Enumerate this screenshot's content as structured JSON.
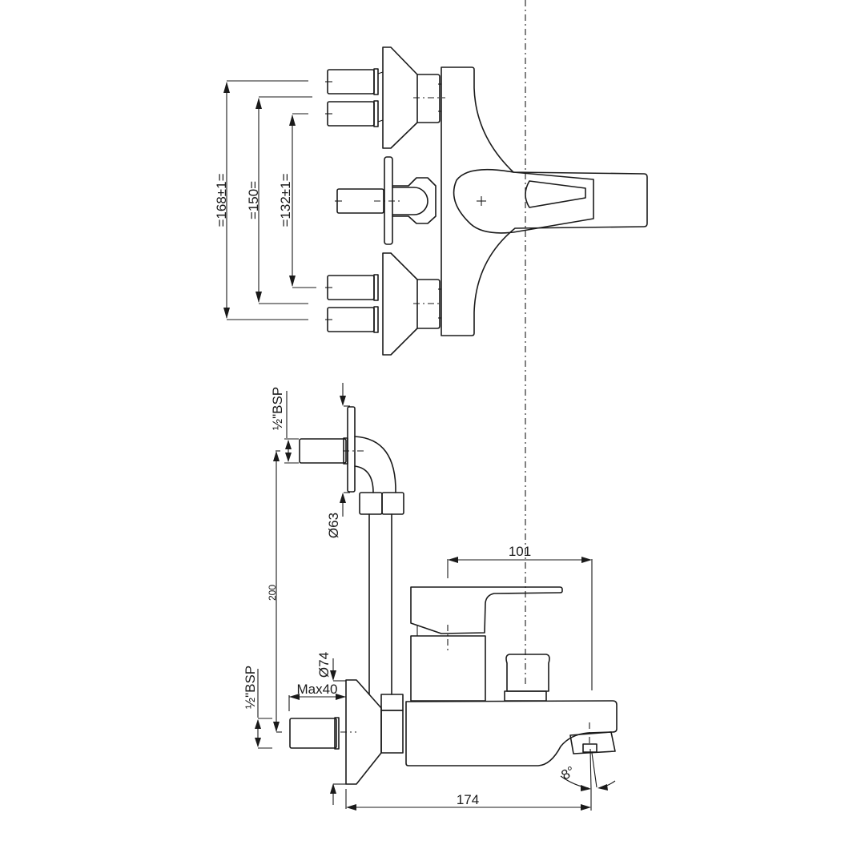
{
  "drawing": {
    "subject": "Wall-mounted bath mixer with shower diverter",
    "views": [
      "top-view",
      "side-view"
    ],
    "colors": {
      "line": "#1a1a1a",
      "background": "#ffffff"
    }
  },
  "top_view": {
    "dimensions": {
      "outer_spacing": "=168±1=",
      "middle_spacing": "=150=",
      "inner_spacing": "=132±1="
    }
  },
  "side_view": {
    "dimensions": {
      "upper_thread": "½\"BSP",
      "lower_thread": "½\"BSP",
      "flange_upper_diameter": "Ø63",
      "flange_lower_diameter": "Ø74",
      "max_eccentric": "Max40",
      "riser_height": "200",
      "handle_reach": "101",
      "spout_projection": "174",
      "spout_angle": "8°"
    }
  }
}
